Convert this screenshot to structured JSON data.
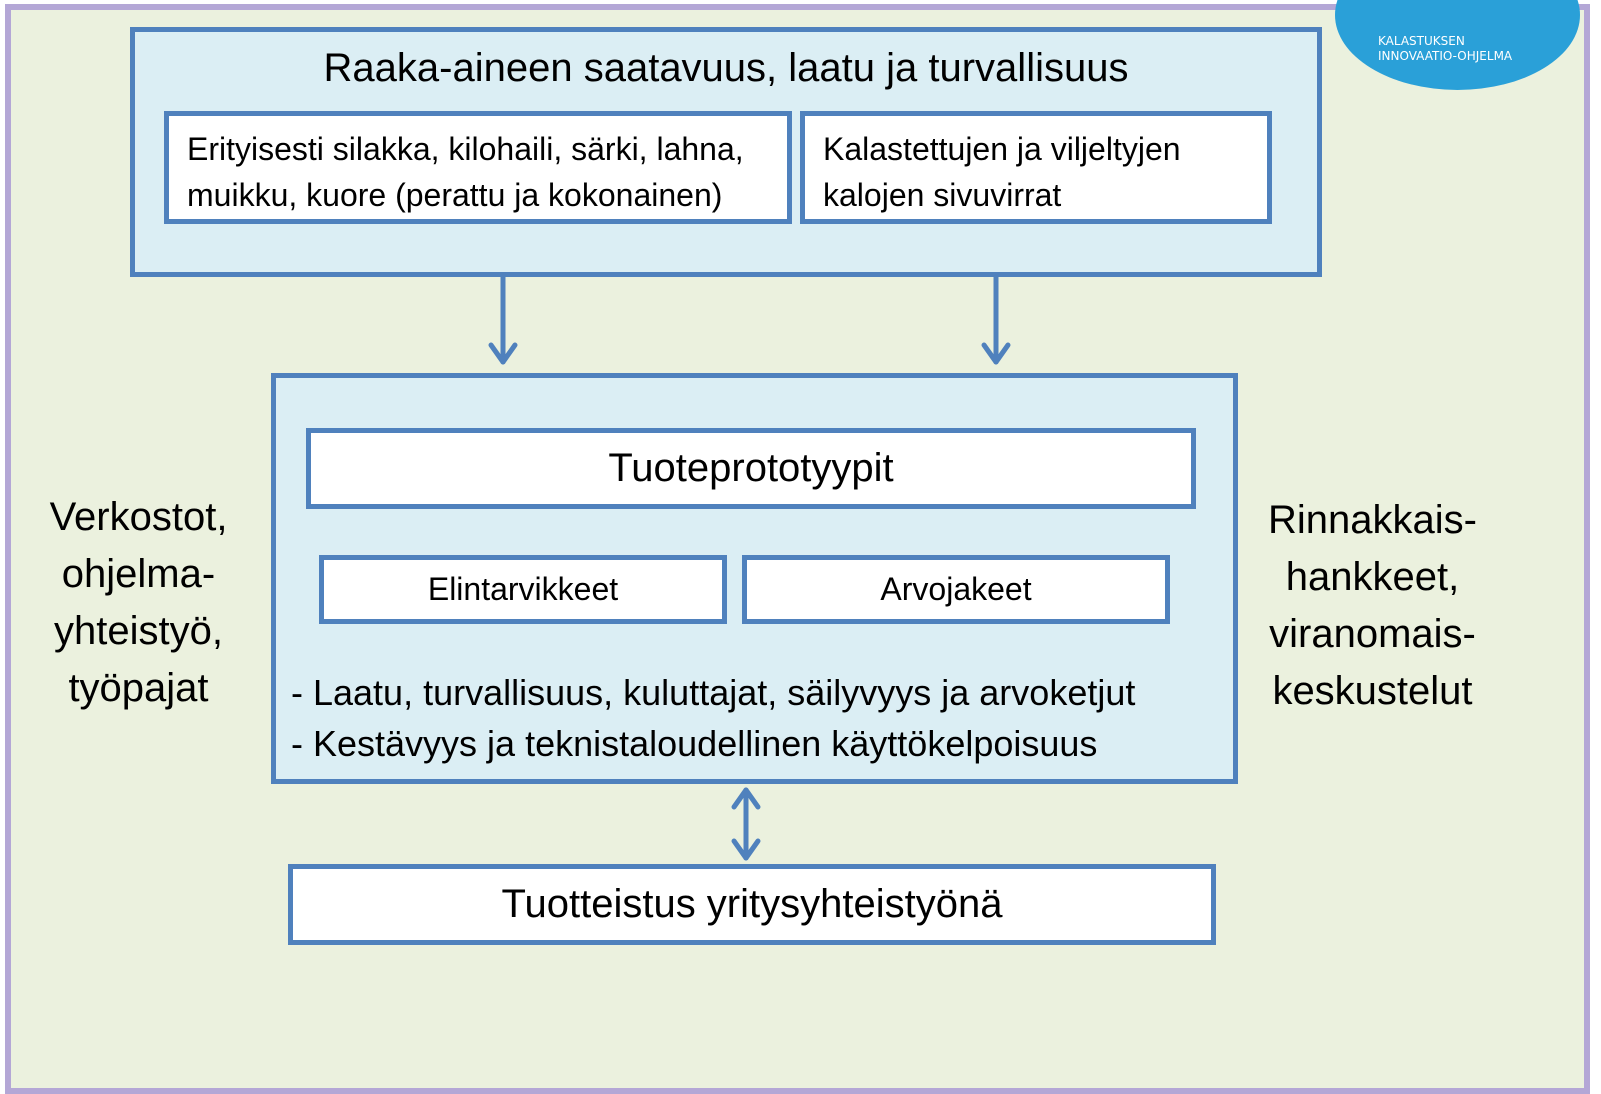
{
  "top": {
    "title": "Raaka-aineen saatavuus, laatu ja turvallisuus",
    "left_box_line1": "Erityisesti silakka, kilohaili, särki, lahna,",
    "left_box_line2": "muikku, kuore (perattu ja kokonainen)",
    "right_box_line1": "Kalastettujen ja viljeltyjen",
    "right_box_line2": "kalojen sivuvirrat"
  },
  "middle": {
    "prototypes": "Tuoteprototyypit",
    "food": "Elintarvikkeet",
    "value_components": "Arvojakeet",
    "bullet1": "- Laatu, turvallisuus, kuluttajat, säilyvyys  ja arvoketjut",
    "bullet2": "- Kestävyys ja teknistaloudellinen käyttökelpoisuus"
  },
  "bottom": {
    "productization": "Tuotteistus yritysyhteistyönä"
  },
  "left_side": [
    "Verkostot,",
    "ohjelma-",
    "yhteistyö,",
    "työpajat"
  ],
  "right_side": [
    "Rinnakkais-",
    "hankkeet,",
    "viranomais-",
    "keskustelut"
  ],
  "logo": {
    "line1": "KALASTUKSEN",
    "line2": "INNOVAATIO-OHJELMA"
  },
  "colors": {
    "background": "#ebf1de",
    "box_fill": "#dbeef4",
    "border": "#4f81bd",
    "frame": "#b4a7d6",
    "logo": "#2aa0d8"
  }
}
